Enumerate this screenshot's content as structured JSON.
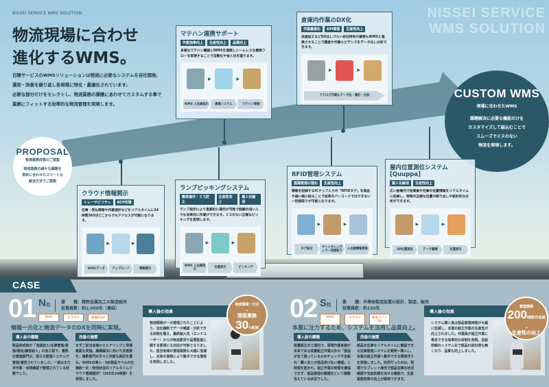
{
  "header": {
    "brand": "NISSEI SERVICE WMS SOLUTION",
    "title_line1": "物流現場に合わせ",
    "title_line2": "進化するWMS。",
    "desc": [
      "日精サービスのWMSソリューションは物流に必要なシステムを自社開発、",
      "運用・改善を繰り返し各現場に特化・最適化されています。",
      "必要な部分だけをセレクトし、物流業務の課題にあわせてカスタムする事で",
      "業務にフィットする効率的な物流管理を実現します。"
    ],
    "bg_word": "NISSEI SERVICE WMS SOLUTION"
  },
  "proposal": {
    "title": "PROPOSAL",
    "subtitle": "物流業務改善のご提案",
    "body": [
      "物流業務の様々な課題を",
      "現状に合わせたスマートな",
      "解決方法でご提案"
    ]
  },
  "custom": {
    "title": "CUSTOM WMS",
    "subtitle": "現場に合わせたWMS",
    "body": [
      "課題解決に必要な機能だけを",
      "カスタマイズして組込むことで",
      "スムーズでミスのない",
      "物流を実現します。"
    ]
  },
  "cards": [
    {
      "title": "マテハン連携サポート",
      "tags": [
        "作業効率向上",
        "生産性向上",
        "品質向上"
      ],
      "desc": "多様なマテハン機器とWMSを連携しシームレスな業務フローを実現することで自動化や省人化を図ります。",
      "steps": [
        "WMS 入出庫指示",
        "連携システム",
        "マテハン制御"
      ]
    },
    {
      "title": "倉庫内作業のDX化",
      "tags": [
        "作業最適化",
        "KPI管理",
        "生産性向上"
      ],
      "desc": "流通加工などDX化しづらい会社特有の業務もWMSと連携させることで履歴や作業エビデンスをデータ化し分析できます。",
      "steps": [
        "アナログ作業もデータ化・集計・分析"
      ]
    },
    {
      "title": "クラウド情報開示",
      "tags": [
        "トレーサビリティ",
        "BCP対策"
      ],
      "desc": "在庫・受払情報や作業進捗などをリアルタイムに24時間365日どこからでもアクセスが可能になります。",
      "steps": [
        "WMSデータ",
        "アップロード",
        "情報開示"
      ]
    },
    {
      "title": "ランプピッキングシステム",
      "tags": [
        "簡単操作・ミス防止",
        "生産性向上",
        "属人化解消"
      ],
      "desc": "ランプ指示により直感的に操作が可能で経験の浅い人でも効率的に作業ができます。ミスのない正確なピッキングを実現します。",
      "steps": [
        "WMS 入出庫指示",
        "位置表示",
        "ピッキング"
      ]
    },
    {
      "title": "RFID管理システム",
      "tags": [
        "遠隔管理の強化",
        "生産性向上"
      ],
      "desc": "情報を記録するICチップ入りの「RFIDタグ」を商品や通い箱に貼ることで従来のバーコードではできない一括読取りが可能となります。",
      "steps": [
        "タグ貼付",
        "ゲートやハンディで一括読取り",
        "入出庫情報更新"
      ]
    },
    {
      "title": "屋内位置測位システム[Quuppa]",
      "tags": [
        "属人化解消",
        "生産性向上"
      ],
      "desc": "広い倉庫内で従業員や在庫の位置情報をリアルタイムに記録し、荷物の正確な位置の割り出しや統計的な分析ができます。",
      "steps": [
        "3D位置測位",
        "データ蓄積",
        "位置表示"
      ]
    }
  ],
  "case_study": {
    "label": "CASE STUDY",
    "cases": [
      {
        "num": "01",
        "company": "N",
        "company_suffix": "社",
        "industry": "業　　種：精密金属加工の製造販売",
        "employees": "従業員数：約2,000名（連結）",
        "tags": [
          "WMS",
          "クラウド",
          "倉庫内DX"
        ],
        "headline": "情報一元化と物流データのDXを同時に実現。",
        "before_title": "導入前の課題",
        "before": "製品完成後の「流通加工/在庫管理/荷揃/梱包/顧客納入」の各工程で、複数の管理部門が、異なる管理システムで管理/運営されていました。一部はまだ手作業・目視確認で管理されている状態でした。",
        "measure_title": "改善の施策",
        "measure": "まずご担当者様からヒアリングと現場確認を実施。課題解決に向けた改善策を、複数部門の方々と何度も検討を重ね、WMSの導入・QR現品ラベルの仕様統一化・物流状況のリアルタイムクラウド情報開示*（365日24時間）を実現しました。",
        "effect_title": "導入後の効果",
        "effect": "物流情報が一元管理されたことにより、全社横断でデータ確認・分析できる体制を整え、最終納入先（エンドユーザー）からの物流要求や品質監査に関する要望にも対応が可能となりました。担当者様の管理業務も大幅に低減し、本来の業務により集中できる環境を実現しました。",
        "badge": {
          "top": "物流情報一元化",
          "mid": "間接業務",
          "value": "30",
          "unit": "%",
          "suffix": "削減"
        }
      },
      {
        "num": "02",
        "company": "S",
        "company_suffix": "社",
        "industry": "業　　種：半導体製造装置の設計、製造、販売",
        "employees": "従業員数：約150名",
        "tags": [
          "WMS",
          "クラウド",
          "製造ラインDX"
        ],
        "headline": "本業に注力するため、システムを活用し品質向上。",
        "before_title": "導入前の課題",
        "before": "装置組立の工場内で、現場作業者様が本来である装置組立作業以外の「部品が全て揃っているかのチェックや支給元・購入先との部品受け払い確認」に時間を割かれ、組立作業の時間を確保できず、部品管理の複雑化という課題見えている状況でした。",
        "measure_title": "改善の施策",
        "measure": "部品の在庫をリアルタイムに確認できる在庫管理システムを開発～導入し、本業の組立作業へ集中できる環境作りを実施しました。好評だったのは、現場でタブレット操作で部品在庫の状況確認や支給依頼を出せる機能で、生産業務効率の向上が期待できます。",
        "effect_title": "導入後の効果",
        "effect": "システム導入後は部品管理時間が大幅に低減し、本業の組立作業の生産性が向上されました。作業員が組立作業に専念できる効率的な体制を実現。支給依頼のシステム化で部品の誤出荷も無くなり、品質も向上しました。",
        "badge": {
          "top": "管理業務",
          "value": "200",
          "unit": "時間/月",
          "suffix": "低減",
          "bottom": "生産性の向上"
        }
      }
    ]
  },
  "colors": {
    "primary": "#2a5868",
    "accent": "#b98a5c"
  }
}
